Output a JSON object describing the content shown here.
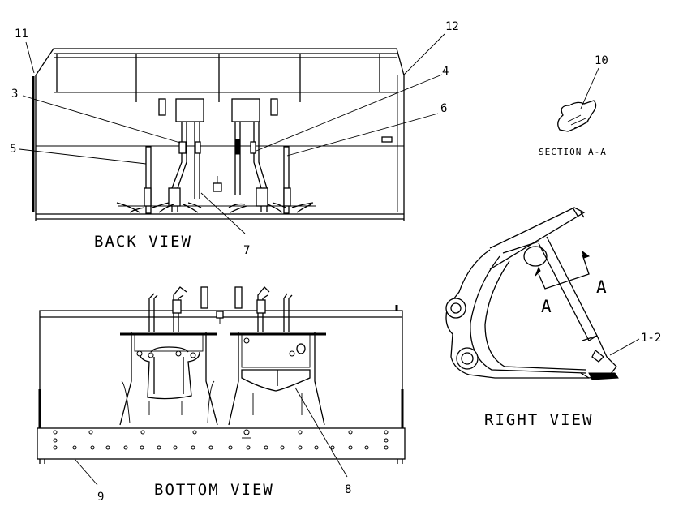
{
  "views": {
    "back": "BACK VIEW",
    "bottom": "BOTTOM VIEW",
    "right": "RIGHT VIEW",
    "section": "SECTION A-A"
  },
  "section_markers": {
    "left": "A",
    "right": "A"
  },
  "callouts": {
    "c1_2": "1-2",
    "c3": "3",
    "c4": "4",
    "c5": "5",
    "c6": "6",
    "c7": "7",
    "c8": "8",
    "c9": "9",
    "c10": "10",
    "c11": "11",
    "c12": "12"
  }
}
